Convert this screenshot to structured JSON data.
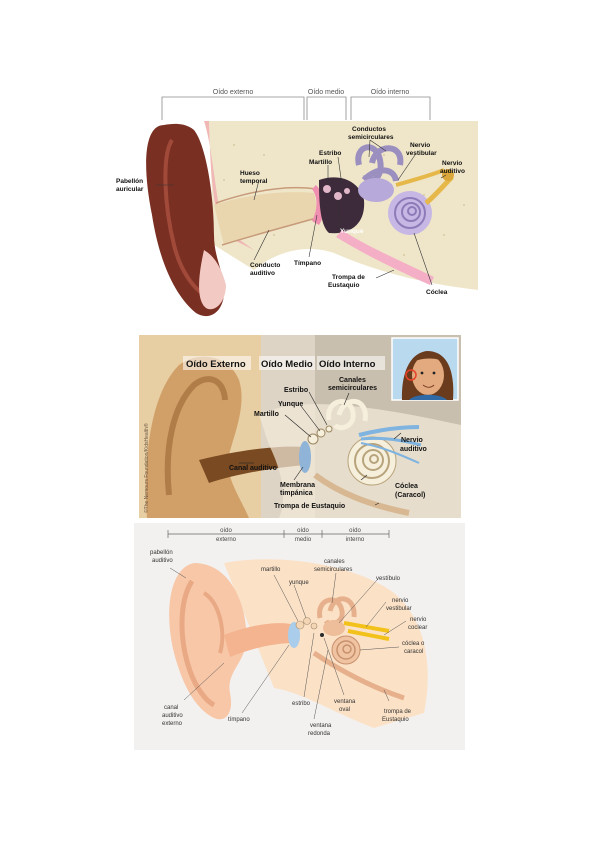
{
  "diagram1": {
    "sections": {
      "externo": "Oído externo",
      "medio": "Oído medio",
      "interno": "Oído interno"
    },
    "labels": {
      "pabellon": [
        "Pabellón",
        "auricular"
      ],
      "hueso": [
        "Hueso",
        "temporal"
      ],
      "conducto": [
        "Conducto",
        "auditivo"
      ],
      "estribo": "Estribo",
      "martillo": "Martillo",
      "yunque": "Yunque",
      "timpano": "Tímpano",
      "conductos_semi": [
        "Conductos",
        "semicirculares"
      ],
      "nervio_vest": [
        "Nervio",
        "vestibular"
      ],
      "nervio_aud": [
        "Nervio",
        "auditivo"
      ],
      "trompa": [
        "Trompa de",
        "Eustaquio"
      ],
      "coclea": "Cóclea"
    }
  },
  "diagram2": {
    "sections": {
      "externo": "Oído Externo",
      "medio": "Oído Medio",
      "interno": "Oído Interno"
    },
    "credit": "©The Nemours Foundation/KidsHealth®",
    "labels": {
      "estribo": "Estribo",
      "yunque": "Yunque",
      "martillo": "Martillo",
      "canales": [
        "Canales",
        "semicirculares"
      ],
      "nervio": [
        "Nervio",
        "auditivo"
      ],
      "canal": "Canal auditivo",
      "membrana": [
        "Membrana",
        "timpánica"
      ],
      "coclea": [
        "Cóclea",
        "(Caracol)"
      ],
      "trompa": "Trompa de Eustaquio"
    }
  },
  "diagram3": {
    "sections": {
      "externo": [
        "oído",
        "externo"
      ],
      "medio": [
        "oído",
        "medio"
      ],
      "interno": [
        "oído",
        "interno"
      ]
    },
    "labels": {
      "pabellon": [
        "pabellón",
        "auditivo"
      ],
      "martillo": "martillo",
      "yunque": "yunque",
      "canales": [
        "canales",
        "semicirculares"
      ],
      "vestibulo": "vestíbulo",
      "nervio_vest": [
        "nervio",
        "vestibular"
      ],
      "nervio_coclear": [
        "nervio",
        "coclear"
      ],
      "coclea": [
        "cóclea o",
        "caracol"
      ],
      "canal": [
        "canal",
        "auditivo",
        "externo"
      ],
      "timpano": "tímpano",
      "estribo": "estribo",
      "ventana_oval": [
        "ventana",
        "oval"
      ],
      "ventana_redonda": [
        "ventana",
        "redonda"
      ],
      "trompa": [
        "trompa de",
        "Eustaquio"
      ]
    }
  }
}
